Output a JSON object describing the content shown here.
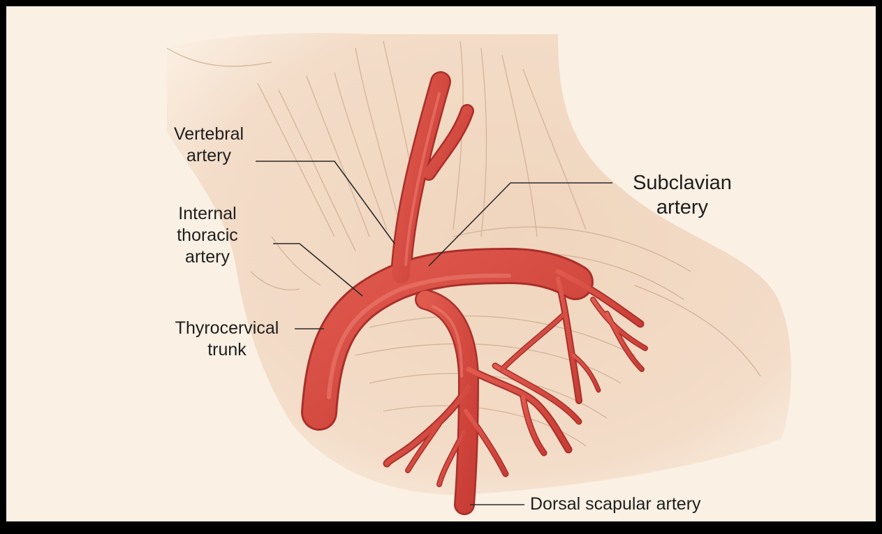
{
  "labels": {
    "vertebral": {
      "line1": "Vertebral",
      "line2": "artery"
    },
    "internal_thoracic": {
      "line1": "Internal",
      "line2": "thoracic",
      "line3": "artery"
    },
    "thyrocervical": {
      "line1": "Thyrocervical",
      "line2": "trunk"
    },
    "subclavian": {
      "line1": "Subclavian",
      "line2": "artery"
    },
    "dorsal_scapular": {
      "text": "Dorsal scapular artery"
    }
  },
  "colors": {
    "background": "#fbf0e4",
    "skin": "#f1d9c3",
    "skin_shadow": "#e3c2a6",
    "artery": "#d8493f",
    "artery_dark": "#a92f2a",
    "leader_line": "#2a2a2a"
  }
}
